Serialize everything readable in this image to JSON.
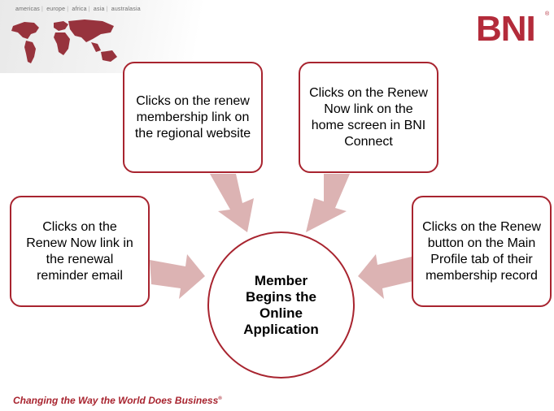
{
  "header": {
    "regions": [
      "americas",
      "europe",
      "africa",
      "asia",
      "australasia"
    ],
    "logo_text": "BNI",
    "logo_reg": "®"
  },
  "diagram": {
    "center": "Member Begins the Online Application",
    "boxes": [
      {
        "text": "Clicks on the renew membership link on the regional website"
      },
      {
        "text": "Clicks on the Renew Now link on the home screen in BNI Connect"
      },
      {
        "text": "Clicks on the Renew Now link in the renewal reminder email"
      },
      {
        "text": "Clicks on the Renew button on the Main Profile tab of their membership record"
      }
    ]
  },
  "footer": {
    "tagline": "Changing the Way the World Does Business",
    "reg": "®"
  },
  "colors": {
    "brand": "#a8242f",
    "arrow": "#dcb3b3"
  }
}
